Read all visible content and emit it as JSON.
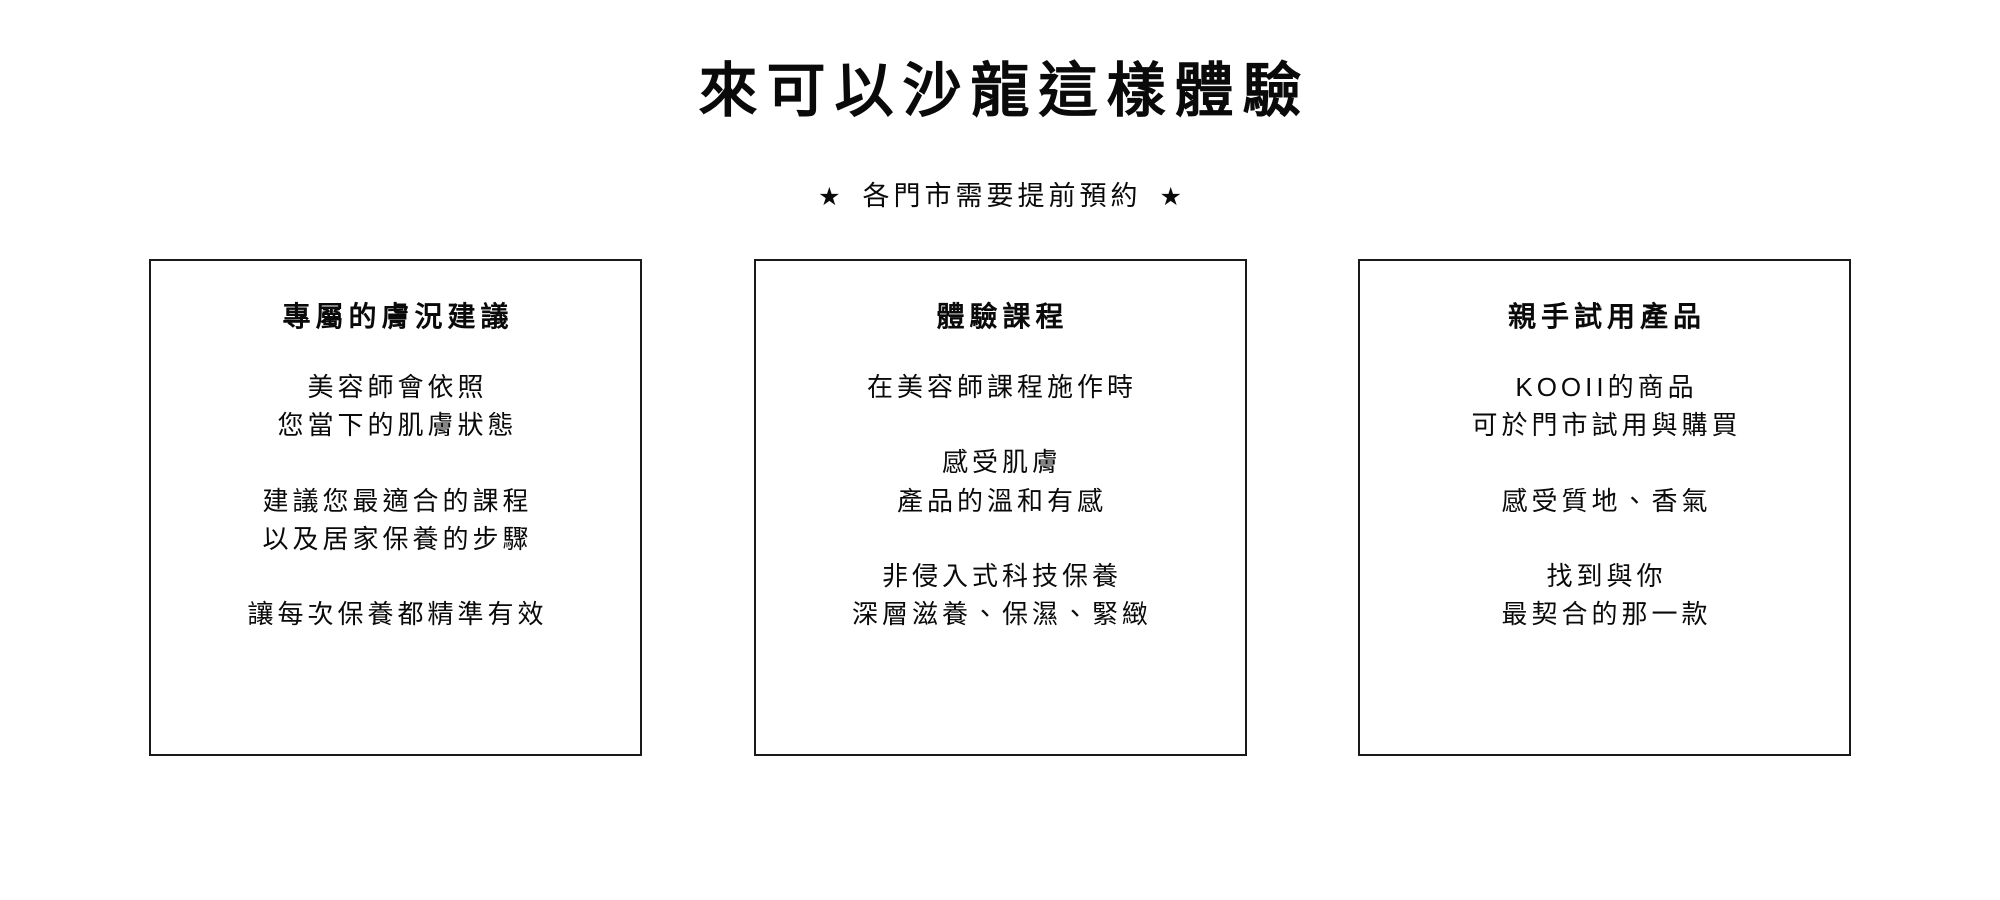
{
  "header": {
    "title": "來可以沙龍這樣體驗",
    "subtitle": {
      "left_star": "★",
      "text": "各門市需要提前預約",
      "right_star": "★"
    }
  },
  "cards": [
    {
      "title": "專屬的膚況建議",
      "paragraphs": [
        {
          "lines": [
            "美容師會依照",
            "您當下的肌膚狀態"
          ]
        },
        {
          "lines": [
            "建議您最適合的課程",
            "以及居家保養的步驟"
          ]
        },
        {
          "lines": [
            "讓每次保養都精準有效"
          ]
        }
      ]
    },
    {
      "title": "體驗課程",
      "paragraphs": [
        {
          "lines": [
            "在美容師課程施作時"
          ]
        },
        {
          "lines": [
            "感受肌膚",
            "產品的溫和有感"
          ]
        },
        {
          "lines": [
            "非侵入式科技保養",
            "深層滋養、保濕、緊緻"
          ]
        }
      ]
    },
    {
      "title": "親手試用產品",
      "paragraphs": [
        {
          "lines": [
            "KOOII的商品",
            "可於門市試用與購買"
          ]
        },
        {
          "lines": [
            "感受質地、香氣"
          ]
        },
        {
          "lines": [
            "找到與你",
            "最契合的那一款"
          ]
        }
      ]
    }
  ],
  "colors": {
    "background": "#ffffff",
    "text": "#0a0a0a",
    "card_border": "#1a1a1a"
  }
}
